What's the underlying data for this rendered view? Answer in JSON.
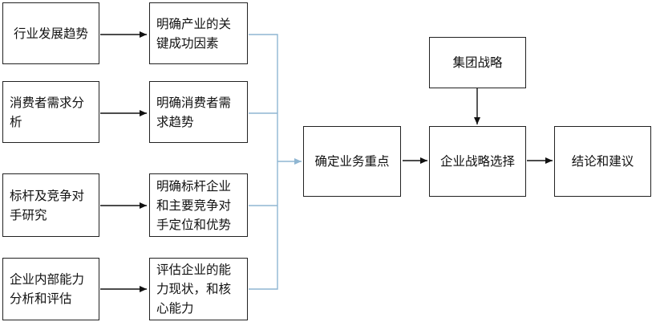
{
  "diagram": {
    "col1": [
      "行业发展趋势",
      "消费者需求分析",
      "标杆及竞争对手研究",
      "企业内部能力分析和评估"
    ],
    "col2": [
      "明确产业的关键成功因素",
      "明确消费者需求趋势",
      "明确标杆企业和主要竞争对手定位和优势",
      "评估企业的能力现状，和核心能力"
    ],
    "focus": "确定业务重点",
    "group_strategy": "集团战略",
    "strategy_choice": "企业战略选择",
    "conclusion": "结论和建议"
  },
  "colors": {
    "bracket": "#8fb6d2",
    "arrow": "#111111",
    "border": "#222222"
  }
}
